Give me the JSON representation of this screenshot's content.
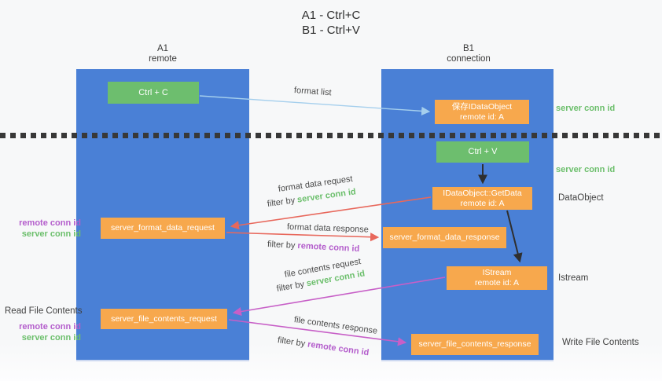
{
  "title": {
    "line1": "A1 - Ctrl+C",
    "line2": "B1 - Ctrl+V"
  },
  "lanes": {
    "left": {
      "title": "A1",
      "subtitle": "remote"
    },
    "right": {
      "title": "B1",
      "subtitle": "connection"
    }
  },
  "nodes": {
    "ctrl_c": {
      "label": "Ctrl + C"
    },
    "save_idataobject": {
      "line1": "保存IDataObject",
      "line2": "remote id: A"
    },
    "ctrl_v": {
      "label": "Ctrl + V"
    },
    "getdata": {
      "line1": "IDataObject::GetData",
      "line2": "remote id: A"
    },
    "format_request": {
      "label": "server_format_data_request"
    },
    "format_response": {
      "label": "server_format_data_response"
    },
    "istream": {
      "line1": "IStream",
      "line2": "remote id: A"
    },
    "file_request": {
      "label": "server_file_contents_request"
    },
    "file_response": {
      "label": "server_file_contents_response"
    }
  },
  "edges": {
    "format_list": {
      "label": "format list"
    },
    "format_data_request": {
      "label": "format data request",
      "filter_prefix": "filter by ",
      "filter_key": "server conn id"
    },
    "format_data_response": {
      "label": "format data response",
      "filter_prefix": "filter by ",
      "filter_key": "remote conn id"
    },
    "file_contents_request": {
      "label": "file contents request",
      "filter_prefix": "filter by ",
      "filter_key": "server conn id"
    },
    "file_contents_response": {
      "label": "file contents response",
      "filter_prefix": "filter by ",
      "filter_key": "remote conn id"
    }
  },
  "annotations": {
    "server_conn_id_top": "server conn id",
    "server_conn_id_mid": "server conn id",
    "dataobject": "DataObject",
    "istream": "Istream",
    "write_file_contents": "Write File Contents",
    "read_file_contents": "Read File Contents",
    "left_remote_conn_id_1": "remote conn id",
    "left_server_conn_id_1": "server conn id",
    "left_remote_conn_id_2": "remote conn id",
    "left_server_conn_id_2": "server conn id"
  },
  "colors": {
    "lane_blue": "#4a80d6",
    "node_green": "#6dbe6e",
    "node_orange": "#f7a84d",
    "arrow_lightblue": "#a5cfed",
    "arrow_red": "#e8685c",
    "arrow_magenta": "#c75fc7",
    "arrow_black": "#2f2f2f",
    "text_green": "#6cbf6c",
    "text_purple": "#b45ecc"
  }
}
